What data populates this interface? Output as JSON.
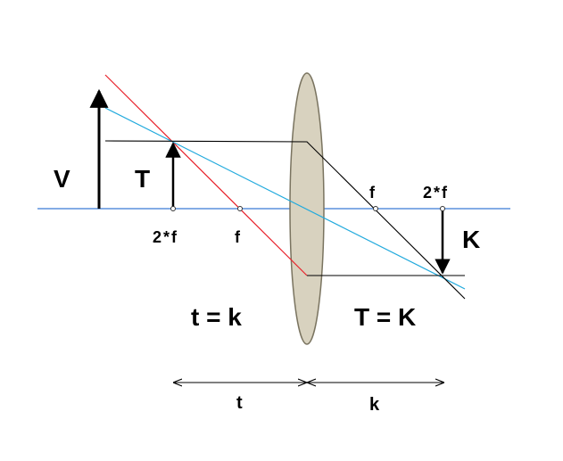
{
  "colors": {
    "background": "#ffffff",
    "optical_axis": "#3a7bd5",
    "red_ray": "#e8202a",
    "cyan_ray": "#22aadd",
    "black_ray": "#000000",
    "lens_fill": "#d8d2bf",
    "lens_stroke": "#7a7460",
    "point_fill": "#ffffff",
    "point_stroke": "#333333"
  },
  "labels": {
    "V": "V",
    "T": "T",
    "K": "K",
    "f_left": "f",
    "two_f_left": "2*f",
    "f_right": "f",
    "two_f_right": "2*f",
    "eq_left": "t = k",
    "eq_right": "T = K",
    "dim_t": "t",
    "dim_k": "k"
  }
}
